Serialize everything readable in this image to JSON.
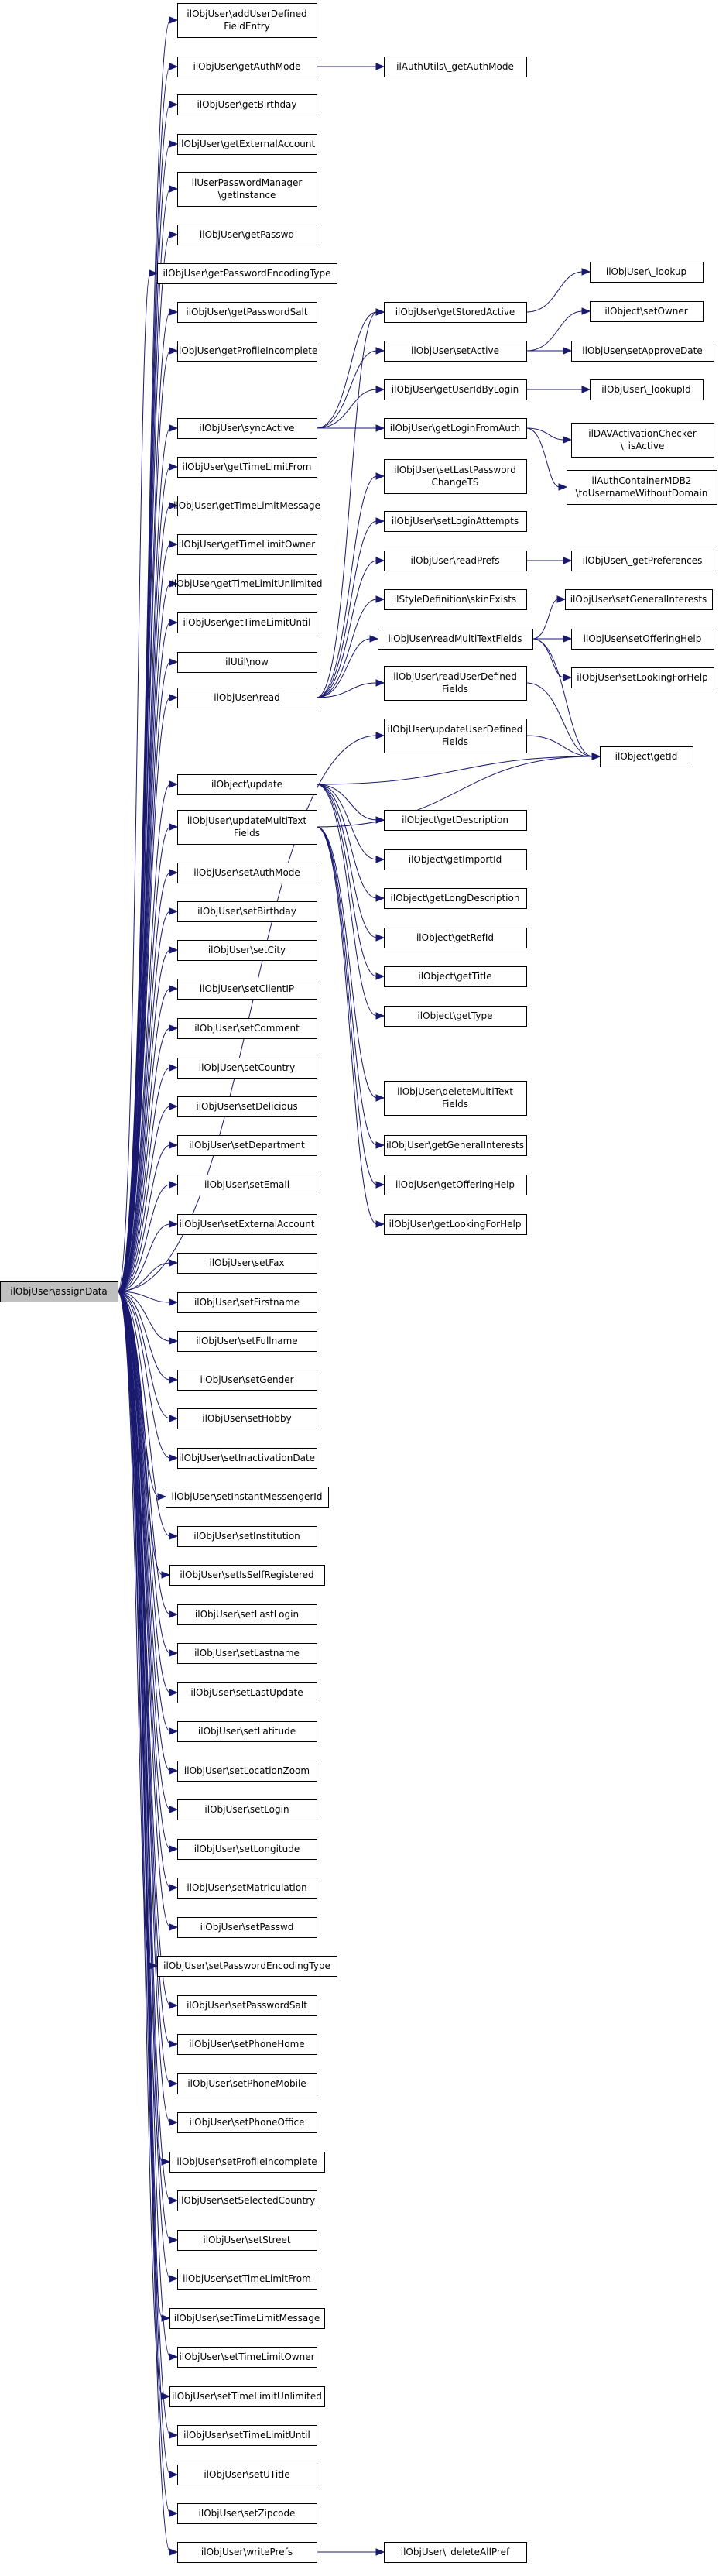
{
  "graph": {
    "edge_color": "#191970",
    "node_fill": "#ffffff",
    "root_fill": "#bfbfbf",
    "root": "root",
    "nodes": [
      {
        "id": "root",
        "lines": [
          "ilObjUser\\assignData"
        ]
      },
      {
        "id": "addUserDefinedFieldEntry",
        "lines": [
          "ilObjUser\\addUserDefined",
          "FieldEntry"
        ]
      },
      {
        "id": "getAuthMode",
        "lines": [
          "ilObjUser\\getAuthMode"
        ]
      },
      {
        "id": "getBirthday",
        "lines": [
          "ilObjUser\\getBirthday"
        ]
      },
      {
        "id": "getExternalAccount",
        "lines": [
          "ilObjUser\\getExternalAccount"
        ]
      },
      {
        "id": "pwManagerGetInstance",
        "lines": [
          "ilUserPasswordManager",
          "\\getInstance"
        ]
      },
      {
        "id": "getPasswd",
        "lines": [
          "ilObjUser\\getPasswd"
        ]
      },
      {
        "id": "getPasswordEncodingType",
        "lines": [
          "ilObjUser\\getPasswordEncodingType"
        ]
      },
      {
        "id": "getPasswordSalt",
        "lines": [
          "ilObjUser\\getPasswordSalt"
        ]
      },
      {
        "id": "getProfileIncomplete",
        "lines": [
          "ilObjUser\\getProfileIncomplete"
        ]
      },
      {
        "id": "syncActive",
        "lines": [
          "ilObjUser\\syncActive"
        ]
      },
      {
        "id": "getTimeLimitFrom",
        "lines": [
          "ilObjUser\\getTimeLimitFrom"
        ]
      },
      {
        "id": "getTimeLimitMessage",
        "lines": [
          "ilObjUser\\getTimeLimitMessage"
        ]
      },
      {
        "id": "getTimeLimitOwner",
        "lines": [
          "ilObjUser\\getTimeLimitOwner"
        ]
      },
      {
        "id": "getTimeLimitUnlimited",
        "lines": [
          "ilObjUser\\getTimeLimitUnlimited"
        ]
      },
      {
        "id": "getTimeLimitUntil",
        "lines": [
          "ilObjUser\\getTimeLimitUntil"
        ]
      },
      {
        "id": "utilNow",
        "lines": [
          "ilUtil\\now"
        ]
      },
      {
        "id": "read",
        "lines": [
          "ilObjUser\\read"
        ]
      },
      {
        "id": "objectUpdate",
        "lines": [
          "ilObject\\update"
        ]
      },
      {
        "id": "updateMultiTextFields",
        "lines": [
          "ilObjUser\\updateMultiText",
          "Fields"
        ]
      },
      {
        "id": "setAuthMode",
        "lines": [
          "ilObjUser\\setAuthMode"
        ]
      },
      {
        "id": "setBirthday",
        "lines": [
          "ilObjUser\\setBirthday"
        ]
      },
      {
        "id": "setCity",
        "lines": [
          "ilObjUser\\setCity"
        ]
      },
      {
        "id": "setClientIP",
        "lines": [
          "ilObjUser\\setClientIP"
        ]
      },
      {
        "id": "setComment",
        "lines": [
          "ilObjUser\\setComment"
        ]
      },
      {
        "id": "setCountry",
        "lines": [
          "ilObjUser\\setCountry"
        ]
      },
      {
        "id": "setDelicious",
        "lines": [
          "ilObjUser\\setDelicious"
        ]
      },
      {
        "id": "setDepartment",
        "lines": [
          "ilObjUser\\setDepartment"
        ]
      },
      {
        "id": "setEmail",
        "lines": [
          "ilObjUser\\setEmail"
        ]
      },
      {
        "id": "setExternalAccount",
        "lines": [
          "ilObjUser\\setExternalAccount"
        ]
      },
      {
        "id": "setFax",
        "lines": [
          "ilObjUser\\setFax"
        ]
      },
      {
        "id": "setFirstname",
        "lines": [
          "ilObjUser\\setFirstname"
        ]
      },
      {
        "id": "setFullname",
        "lines": [
          "ilObjUser\\setFullname"
        ]
      },
      {
        "id": "setGender",
        "lines": [
          "ilObjUser\\setGender"
        ]
      },
      {
        "id": "setHobby",
        "lines": [
          "ilObjUser\\setHobby"
        ]
      },
      {
        "id": "setInactivationDate",
        "lines": [
          "ilObjUser\\setInactivationDate"
        ]
      },
      {
        "id": "setInstantMessengerId",
        "lines": [
          "ilObjUser\\setInstantMessengerId"
        ]
      },
      {
        "id": "setInstitution",
        "lines": [
          "ilObjUser\\setInstitution"
        ]
      },
      {
        "id": "setIsSelfRegistered",
        "lines": [
          "ilObjUser\\setIsSelfRegistered"
        ]
      },
      {
        "id": "setLastLogin",
        "lines": [
          "ilObjUser\\setLastLogin"
        ]
      },
      {
        "id": "setLastname",
        "lines": [
          "ilObjUser\\setLastname"
        ]
      },
      {
        "id": "setLastUpdate",
        "lines": [
          "ilObjUser\\setLastUpdate"
        ]
      },
      {
        "id": "setLatitude",
        "lines": [
          "ilObjUser\\setLatitude"
        ]
      },
      {
        "id": "setLocationZoom",
        "lines": [
          "ilObjUser\\setLocationZoom"
        ]
      },
      {
        "id": "setLogin",
        "lines": [
          "ilObjUser\\setLogin"
        ]
      },
      {
        "id": "setLongitude",
        "lines": [
          "ilObjUser\\setLongitude"
        ]
      },
      {
        "id": "setMatriculation",
        "lines": [
          "ilObjUser\\setMatriculation"
        ]
      },
      {
        "id": "setPasswd",
        "lines": [
          "ilObjUser\\setPasswd"
        ]
      },
      {
        "id": "setPasswordEncodingType",
        "lines": [
          "ilObjUser\\setPasswordEncodingType"
        ]
      },
      {
        "id": "setPasswordSalt",
        "lines": [
          "ilObjUser\\setPasswordSalt"
        ]
      },
      {
        "id": "setPhoneHome",
        "lines": [
          "ilObjUser\\setPhoneHome"
        ]
      },
      {
        "id": "setPhoneMobile",
        "lines": [
          "ilObjUser\\setPhoneMobile"
        ]
      },
      {
        "id": "setPhoneOffice",
        "lines": [
          "ilObjUser\\setPhoneOffice"
        ]
      },
      {
        "id": "setProfileIncomplete",
        "lines": [
          "ilObjUser\\setProfileIncomplete"
        ]
      },
      {
        "id": "setSelectedCountry",
        "lines": [
          "ilObjUser\\setSelectedCountry"
        ]
      },
      {
        "id": "setStreet",
        "lines": [
          "ilObjUser\\setStreet"
        ]
      },
      {
        "id": "setTimeLimitFrom",
        "lines": [
          "ilObjUser\\setTimeLimitFrom"
        ]
      },
      {
        "id": "setTimeLimitMessage",
        "lines": [
          "ilObjUser\\setTimeLimitMessage"
        ]
      },
      {
        "id": "setTimeLimitOwner",
        "lines": [
          "ilObjUser\\setTimeLimitOwner"
        ]
      },
      {
        "id": "setTimeLimitUnlimited",
        "lines": [
          "ilObjUser\\setTimeLimitUnlimited"
        ]
      },
      {
        "id": "setTimeLimitUntil",
        "lines": [
          "ilObjUser\\setTimeLimitUntil"
        ]
      },
      {
        "id": "setUTitle",
        "lines": [
          "ilObjUser\\setUTitle"
        ]
      },
      {
        "id": "setZipcode",
        "lines": [
          "ilObjUser\\setZipcode"
        ]
      },
      {
        "id": "writePrefs",
        "lines": [
          "ilObjUser\\writePrefs"
        ]
      },
      {
        "id": "authUtilsGetAuthMode",
        "lines": [
          "ilAuthUtils\\_getAuthMode"
        ]
      },
      {
        "id": "getStoredActive",
        "lines": [
          "ilObjUser\\getStoredActive"
        ]
      },
      {
        "id": "setActive",
        "lines": [
          "ilObjUser\\setActive"
        ]
      },
      {
        "id": "getUserIdByLogin",
        "lines": [
          "ilObjUser\\getUserIdByLogin"
        ]
      },
      {
        "id": "getLoginFromAuth",
        "lines": [
          "ilObjUser\\getLoginFromAuth"
        ]
      },
      {
        "id": "setLastPasswordChangeTS",
        "lines": [
          "ilObjUser\\setLastPassword",
          "ChangeTS"
        ]
      },
      {
        "id": "setLoginAttempts",
        "lines": [
          "ilObjUser\\setLoginAttempts"
        ]
      },
      {
        "id": "readPrefs",
        "lines": [
          "ilObjUser\\readPrefs"
        ]
      },
      {
        "id": "skinExists",
        "lines": [
          "ilStyleDefinition\\skinExists"
        ]
      },
      {
        "id": "readMultiTextFields",
        "lines": [
          "ilObjUser\\readMultiTextFields"
        ]
      },
      {
        "id": "readUserDefinedFields",
        "lines": [
          "ilObjUser\\readUserDefined",
          "Fields"
        ]
      },
      {
        "id": "updateUserDefinedFields",
        "lines": [
          "ilObjUser\\updateUserDefined",
          "Fields"
        ]
      },
      {
        "id": "getDescription",
        "lines": [
          "ilObject\\getDescription"
        ]
      },
      {
        "id": "getImportId",
        "lines": [
          "ilObject\\getImportId"
        ]
      },
      {
        "id": "getLongDescription",
        "lines": [
          "ilObject\\getLongDescription"
        ]
      },
      {
        "id": "getRefId",
        "lines": [
          "ilObject\\getRefId"
        ]
      },
      {
        "id": "getTitle",
        "lines": [
          "ilObject\\getTitle"
        ]
      },
      {
        "id": "getType",
        "lines": [
          "ilObject\\getType"
        ]
      },
      {
        "id": "deleteMultiTextFields",
        "lines": [
          "ilObjUser\\deleteMultiText",
          "Fields"
        ]
      },
      {
        "id": "getGeneralInterests",
        "lines": [
          "ilObjUser\\getGeneralInterests"
        ]
      },
      {
        "id": "getOfferingHelp",
        "lines": [
          "ilObjUser\\getOfferingHelp"
        ]
      },
      {
        "id": "getLookingForHelp",
        "lines": [
          "ilObjUser\\getLookingForHelp"
        ]
      },
      {
        "id": "deleteAllPref",
        "lines": [
          "ilObjUser\\_deleteAllPref"
        ]
      },
      {
        "id": "lookup",
        "lines": [
          "ilObjUser\\_lookup"
        ]
      },
      {
        "id": "setOwner",
        "lines": [
          "ilObject\\setOwner"
        ]
      },
      {
        "id": "setApproveDate",
        "lines": [
          "ilObjUser\\setApproveDate"
        ]
      },
      {
        "id": "lookupId",
        "lines": [
          "ilObjUser\\_lookupId"
        ]
      },
      {
        "id": "davIsActive",
        "lines": [
          "ilDAVActivationChecker",
          "\\_isActive"
        ]
      },
      {
        "id": "toUsernameWithoutDomain",
        "lines": [
          "ilAuthContainerMDB2",
          "\\toUsernameWithoutDomain"
        ]
      },
      {
        "id": "getPreferences",
        "lines": [
          "ilObjUser\\_getPreferences"
        ]
      },
      {
        "id": "setGeneralInterests",
        "lines": [
          "ilObjUser\\setGeneralInterests"
        ]
      },
      {
        "id": "setOfferingHelp",
        "lines": [
          "ilObjUser\\setOfferingHelp"
        ]
      },
      {
        "id": "setLookingForHelp",
        "lines": [
          "ilObjUser\\setLookingForHelp"
        ]
      },
      {
        "id": "getId",
        "lines": [
          "ilObject\\getId"
        ]
      }
    ],
    "edges": [
      [
        "root",
        "addUserDefinedFieldEntry"
      ],
      [
        "root",
        "getAuthMode"
      ],
      [
        "root",
        "getBirthday"
      ],
      [
        "root",
        "getExternalAccount"
      ],
      [
        "root",
        "pwManagerGetInstance"
      ],
      [
        "root",
        "getPasswd"
      ],
      [
        "root",
        "getPasswordEncodingType"
      ],
      [
        "root",
        "getPasswordSalt"
      ],
      [
        "root",
        "getProfileIncomplete"
      ],
      [
        "root",
        "syncActive"
      ],
      [
        "root",
        "getTimeLimitFrom"
      ],
      [
        "root",
        "getTimeLimitMessage"
      ],
      [
        "root",
        "getTimeLimitOwner"
      ],
      [
        "root",
        "getTimeLimitUnlimited"
      ],
      [
        "root",
        "getTimeLimitUntil"
      ],
      [
        "root",
        "utilNow"
      ],
      [
        "root",
        "read"
      ],
      [
        "root",
        "updateUserDefinedFields"
      ],
      [
        "root",
        "objectUpdate"
      ],
      [
        "root",
        "updateMultiTextFields"
      ],
      [
        "root",
        "setAuthMode"
      ],
      [
        "root",
        "setBirthday"
      ],
      [
        "root",
        "setCity"
      ],
      [
        "root",
        "setClientIP"
      ],
      [
        "root",
        "setComment"
      ],
      [
        "root",
        "setCountry"
      ],
      [
        "root",
        "setDelicious"
      ],
      [
        "root",
        "setDepartment"
      ],
      [
        "root",
        "setEmail"
      ],
      [
        "root",
        "setExternalAccount"
      ],
      [
        "root",
        "setFax"
      ],
      [
        "root",
        "setFirstname"
      ],
      [
        "root",
        "setFullname"
      ],
      [
        "root",
        "setGender"
      ],
      [
        "root",
        "setHobby"
      ],
      [
        "root",
        "setInactivationDate"
      ],
      [
        "root",
        "setInstantMessengerId"
      ],
      [
        "root",
        "setInstitution"
      ],
      [
        "root",
        "setIsSelfRegistered"
      ],
      [
        "root",
        "setLastLogin"
      ],
      [
        "root",
        "setLastname"
      ],
      [
        "root",
        "setLastUpdate"
      ],
      [
        "root",
        "setLatitude"
      ],
      [
        "root",
        "setLocationZoom"
      ],
      [
        "root",
        "setLogin"
      ],
      [
        "root",
        "setLongitude"
      ],
      [
        "root",
        "setMatriculation"
      ],
      [
        "root",
        "setPasswd"
      ],
      [
        "root",
        "setPasswordEncodingType"
      ],
      [
        "root",
        "setPasswordSalt"
      ],
      [
        "root",
        "setPhoneHome"
      ],
      [
        "root",
        "setPhoneMobile"
      ],
      [
        "root",
        "setPhoneOffice"
      ],
      [
        "root",
        "setProfileIncomplete"
      ],
      [
        "root",
        "setSelectedCountry"
      ],
      [
        "root",
        "setStreet"
      ],
      [
        "root",
        "setTimeLimitFrom"
      ],
      [
        "root",
        "setTimeLimitMessage"
      ],
      [
        "root",
        "setTimeLimitOwner"
      ],
      [
        "root",
        "setTimeLimitUnlimited"
      ],
      [
        "root",
        "setTimeLimitUntil"
      ],
      [
        "root",
        "setUTitle"
      ],
      [
        "root",
        "setZipcode"
      ],
      [
        "root",
        "writePrefs"
      ],
      [
        "getAuthMode",
        "authUtilsGetAuthMode"
      ],
      [
        "syncActive",
        "getStoredActive"
      ],
      [
        "syncActive",
        "setActive"
      ],
      [
        "syncActive",
        "getUserIdByLogin"
      ],
      [
        "syncActive",
        "getLoginFromAuth"
      ],
      [
        "getStoredActive",
        "lookup"
      ],
      [
        "setActive",
        "setOwner"
      ],
      [
        "setActive",
        "setApproveDate"
      ],
      [
        "getUserIdByLogin",
        "lookupId"
      ],
      [
        "getLoginFromAuth",
        "davIsActive"
      ],
      [
        "getLoginFromAuth",
        "toUsernameWithoutDomain"
      ],
      [
        "read",
        "setLastPasswordChangeTS"
      ],
      [
        "read",
        "setLoginAttempts"
      ],
      [
        "read",
        "readPrefs"
      ],
      [
        "read",
        "skinExists"
      ],
      [
        "read",
        "readMultiTextFields"
      ],
      [
        "read",
        "readUserDefinedFields"
      ],
      [
        "read",
        "getStoredActive"
      ],
      [
        "readPrefs",
        "getPreferences"
      ],
      [
        "readMultiTextFields",
        "setGeneralInterests"
      ],
      [
        "readMultiTextFields",
        "setOfferingHelp"
      ],
      [
        "readMultiTextFields",
        "setLookingForHelp"
      ],
      [
        "readMultiTextFields",
        "getId"
      ],
      [
        "readUserDefinedFields",
        "getId"
      ],
      [
        "updateUserDefinedFields",
        "getId"
      ],
      [
        "objectUpdate",
        "getId"
      ],
      [
        "objectUpdate",
        "getDescription"
      ],
      [
        "objectUpdate",
        "getImportId"
      ],
      [
        "objectUpdate",
        "getLongDescription"
      ],
      [
        "objectUpdate",
        "getRefId"
      ],
      [
        "objectUpdate",
        "getTitle"
      ],
      [
        "objectUpdate",
        "getType"
      ],
      [
        "updateMultiTextFields",
        "deleteMultiTextFields"
      ],
      [
        "updateMultiTextFields",
        "getGeneralInterests"
      ],
      [
        "updateMultiTextFields",
        "getOfferingHelp"
      ],
      [
        "updateMultiTextFields",
        "getLookingForHelp"
      ],
      [
        "updateMultiTextFields",
        "getId"
      ],
      [
        "writePrefs",
        "deleteAllPref"
      ]
    ]
  }
}
